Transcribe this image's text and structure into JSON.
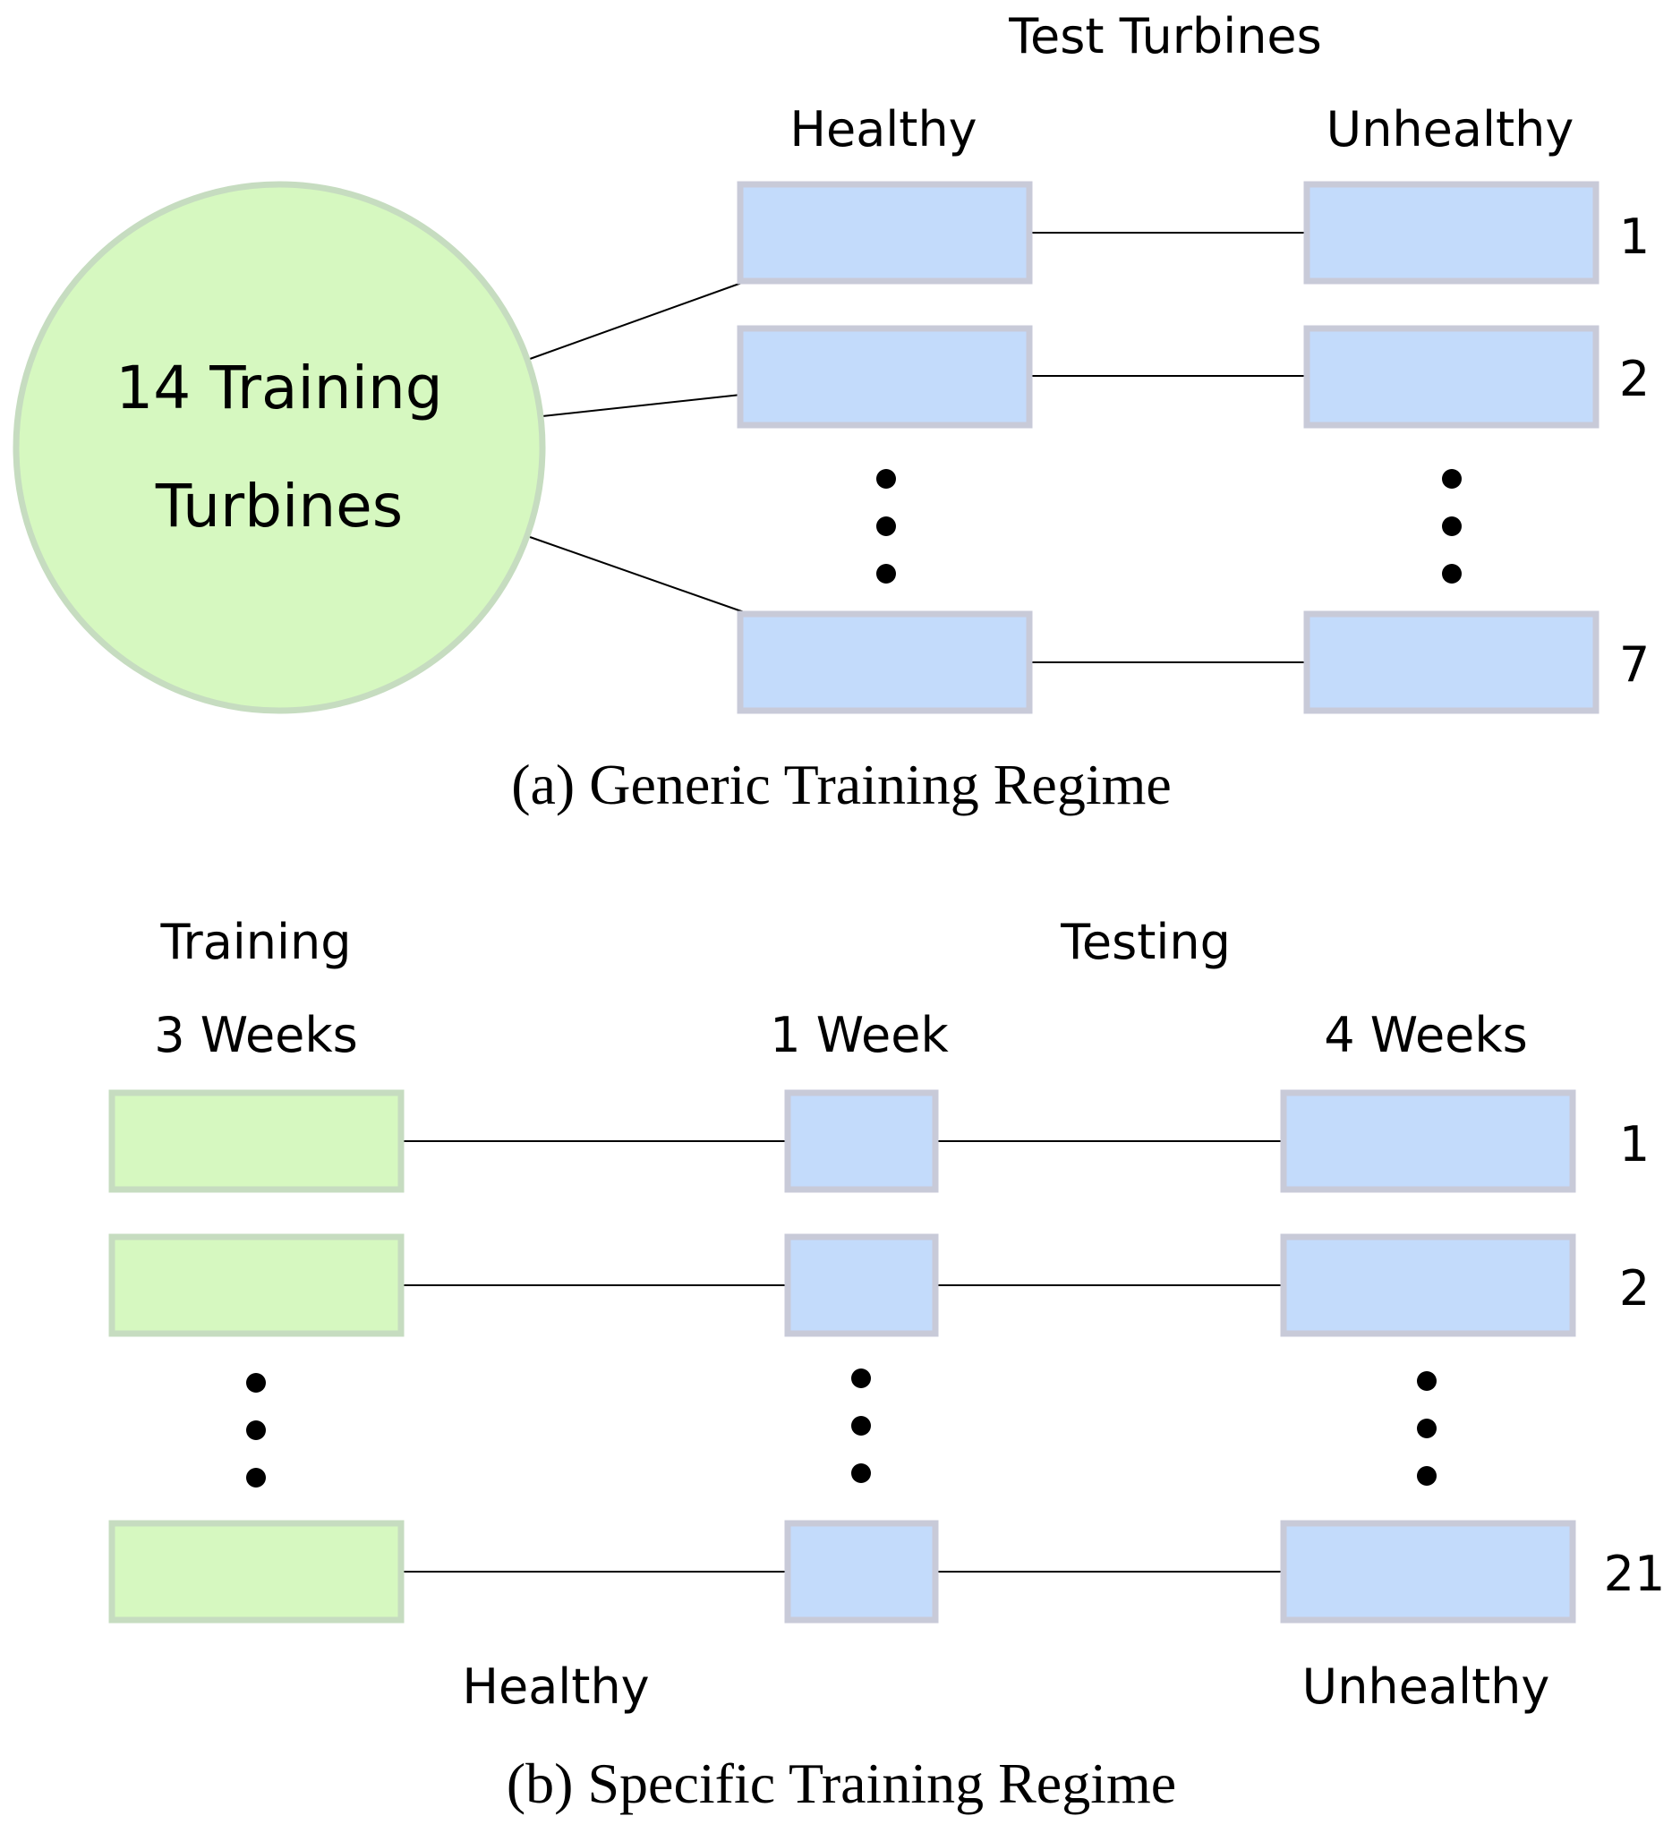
{
  "panel_a": {
    "header": "Test Turbines",
    "col_healthy": "Healthy",
    "col_unhealthy": "Unhealthy",
    "circle_line1": "14 Training",
    "circle_line2": "Turbines",
    "row_numbers": [
      "1",
      "2",
      "7"
    ],
    "caption": "(a) Generic Training Regime"
  },
  "panel_b": {
    "label_training": "Training",
    "label_testing": "Testing",
    "col_3weeks": "3 Weeks",
    "col_1week": "1 Week",
    "col_4weeks": "4 Weeks",
    "row_numbers": [
      "1",
      "2",
      "21"
    ],
    "label_healthy": "Healthy",
    "label_unhealthy": "Unhealthy",
    "caption": "(b) Specific Training Regime"
  },
  "colors": {
    "test_box_fill": "#c3dbfb",
    "training_fill": "#d6f8c0"
  }
}
